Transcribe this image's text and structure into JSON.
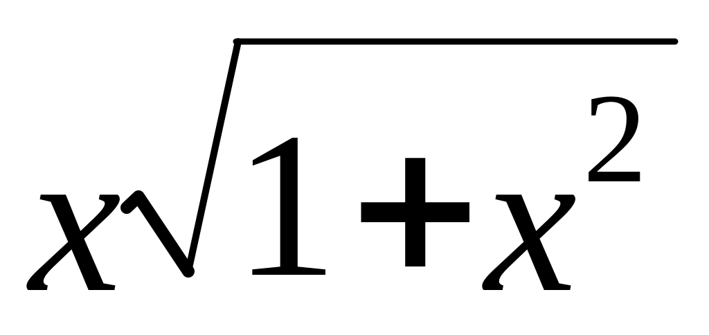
{
  "formula": {
    "leading_variable": "x",
    "radicand": {
      "constant": "1",
      "operator": "+",
      "variable": "x",
      "exponent": "2"
    }
  },
  "colors": {
    "ink": "#000000",
    "background": "#ffffff"
  }
}
